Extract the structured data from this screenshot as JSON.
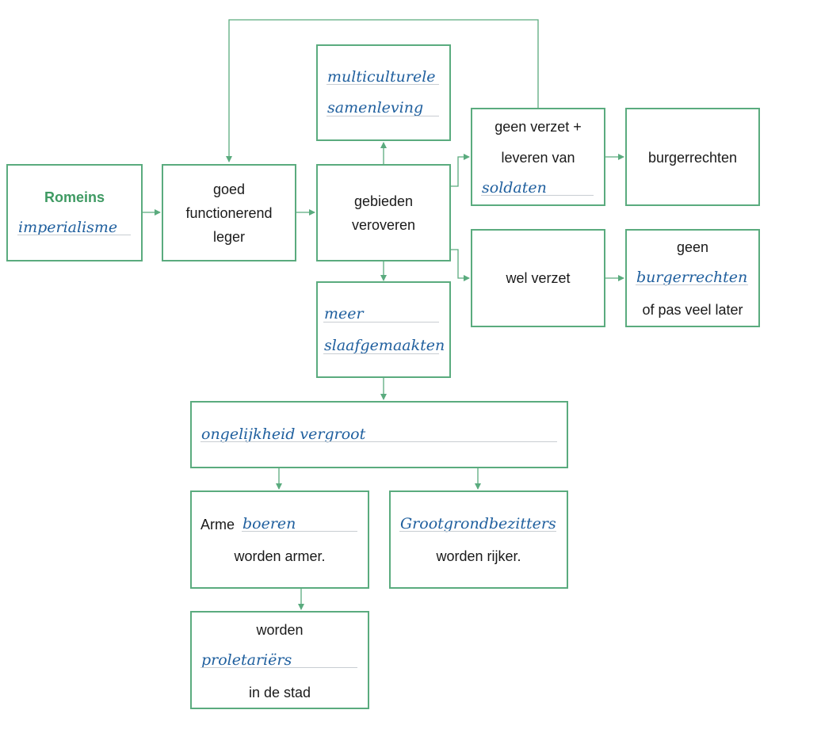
{
  "colors": {
    "border": "#5aab7e",
    "arrow": "#5aab7e",
    "answer": "#1f5f9e",
    "heading": "#3f9a63"
  },
  "romeins": {
    "heading": "Romeins",
    "answer": "imperialisme"
  },
  "leger": {
    "line1": "goed",
    "line2": "functionerend",
    "line3": "leger"
  },
  "veroveren": {
    "line1": "gebieden",
    "line2": "veroveren"
  },
  "multicultureel": {
    "answer1": "multiculturele",
    "answer2": "samenleving"
  },
  "geen_verzet": {
    "line1": "geen verzet +",
    "line2": "leveren van",
    "answer": "soldaten"
  },
  "burgerrechten": {
    "text": "burgerrechten"
  },
  "wel_verzet": {
    "text": "wel verzet"
  },
  "geen_burgerrechten": {
    "line1": "geen",
    "answer": "burgerrechten",
    "line3": "of pas veel later"
  },
  "slaafgemaakten": {
    "answer1": "meer",
    "answer2": "slaafgemaakten"
  },
  "ongelijkheid": {
    "answer": "ongelijkheid vergroot"
  },
  "boeren": {
    "prefix": "Arme",
    "answer": "boeren",
    "line2": "worden armer."
  },
  "grootgrond": {
    "answer": "Grootgrondbezitters",
    "line2": "worden rijker."
  },
  "proletariers": {
    "line1": "worden",
    "answer": "proletariërs",
    "line3": "in de stad"
  }
}
